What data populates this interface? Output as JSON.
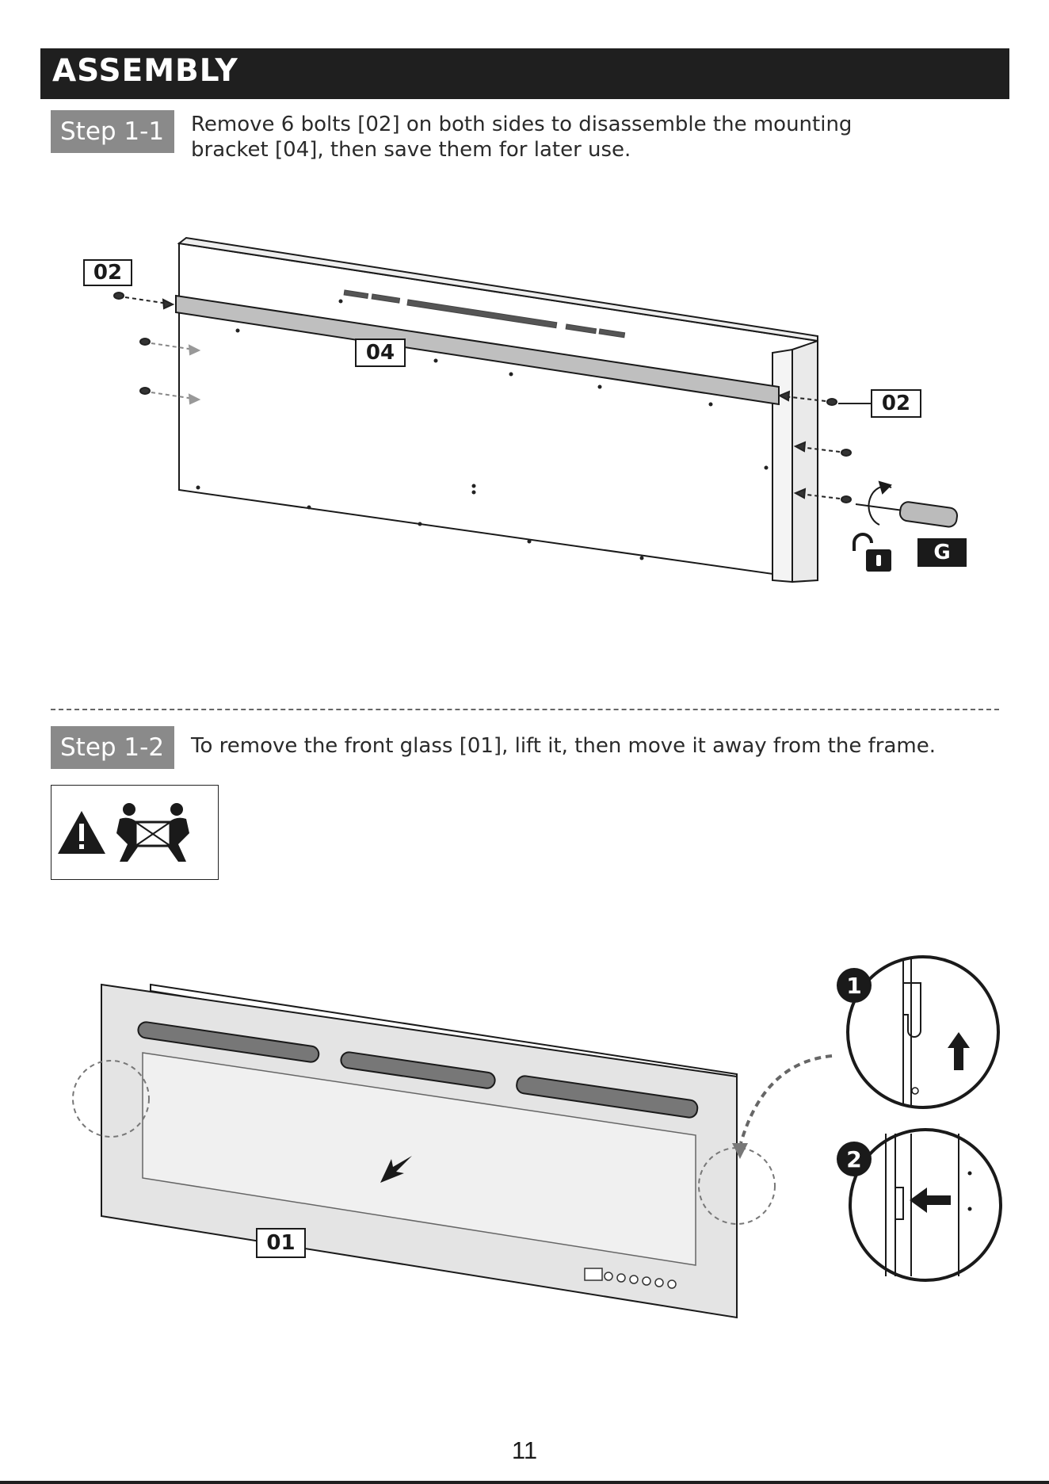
{
  "header": {
    "title": "ASSEMBLY"
  },
  "step1": {
    "badge": "Step 1-1",
    "text_line1": "Remove 6 bolts [02] on both sides to disassemble the mounting",
    "text_line2": "bracket [04], then save them for later use.",
    "callouts": {
      "bolt_left": "02",
      "bracket": "04",
      "bolt_right": "02",
      "tool": "G"
    }
  },
  "step2": {
    "badge": "Step 1-2",
    "text": "To remove the front glass [01], lift it, then move it away from the frame.",
    "callouts": {
      "glass": "01",
      "detail1": "1",
      "detail2": "2"
    }
  },
  "page_number": "11"
}
